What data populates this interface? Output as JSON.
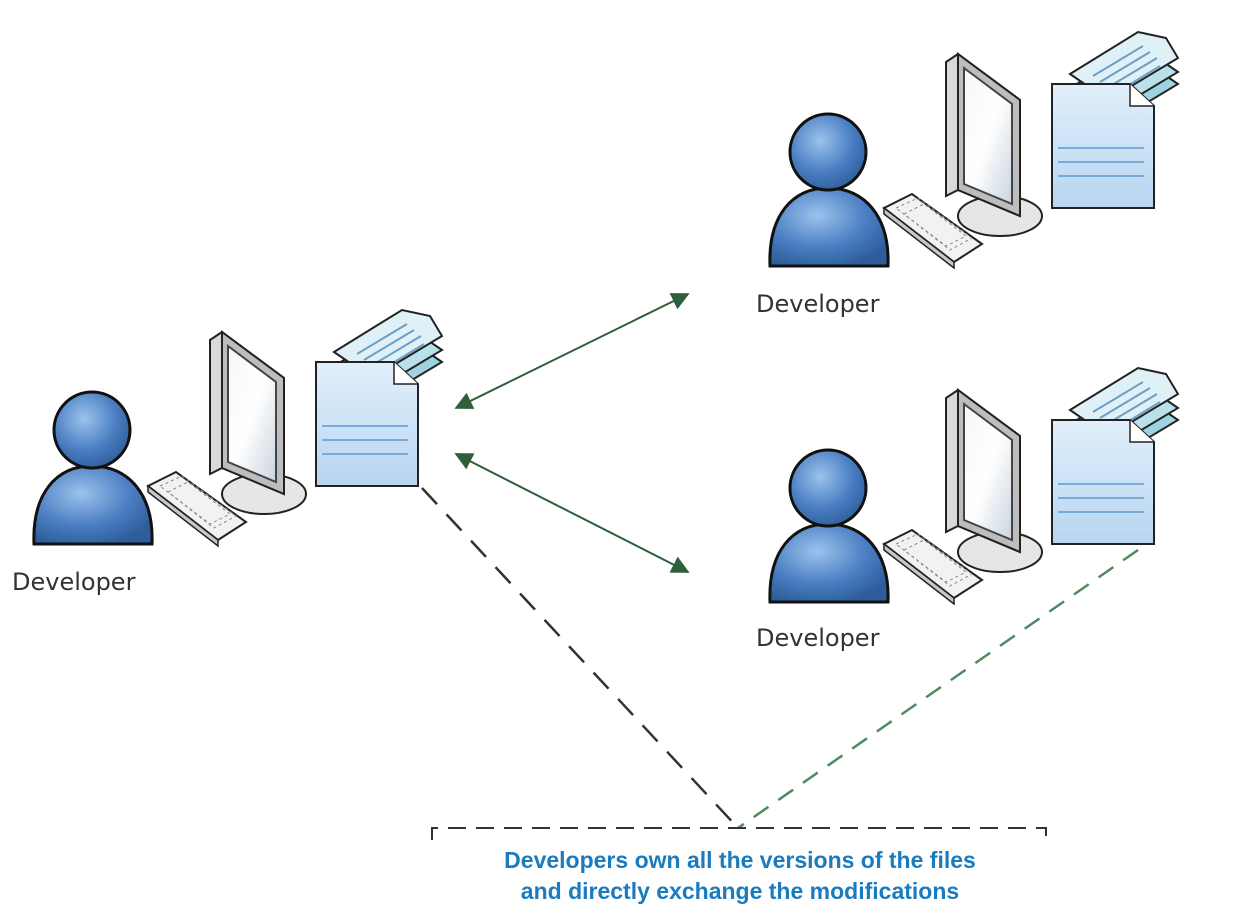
{
  "developers": [
    {
      "label": "Developer"
    },
    {
      "label": "Developer"
    },
    {
      "label": "Developer"
    }
  ],
  "caption": {
    "line1": "Developers own all the versions of the files",
    "line2": "and directly exchange the modifications"
  },
  "colors": {
    "person": "#4a7ec2",
    "person_dark": "#2d5d9a",
    "arrow": "#2f5f3a",
    "caption_text": "#1a7bbf",
    "document": "#cfe3f7",
    "stack": "#b9e1ea",
    "line_dashed_dark": "#333333",
    "line_dashed_green": "#4e8a5f"
  }
}
